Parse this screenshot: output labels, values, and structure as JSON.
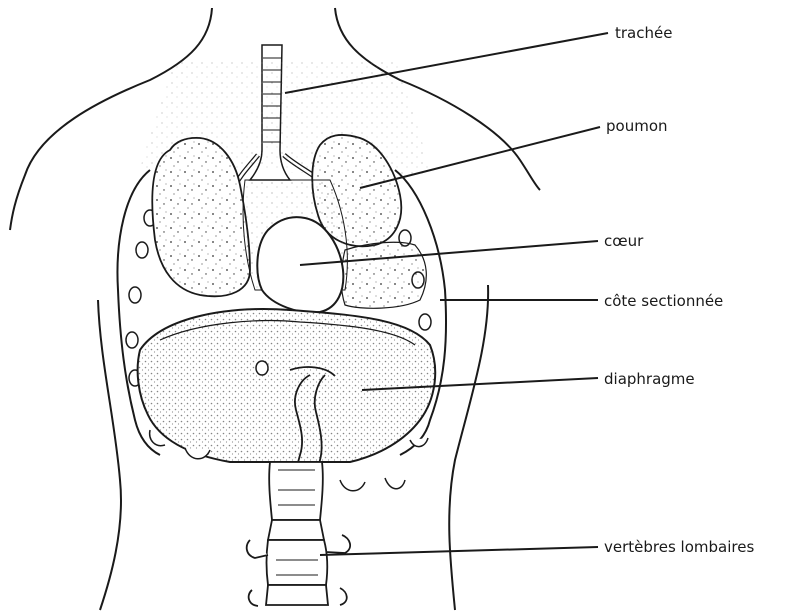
{
  "labels": {
    "trachee": "trachée",
    "poumon": "poumon",
    "coeur": "cœur",
    "cote": "côte sectionnée",
    "diaphragme": "diaphragme",
    "vertebres": "vertèbres lombaires"
  }
}
